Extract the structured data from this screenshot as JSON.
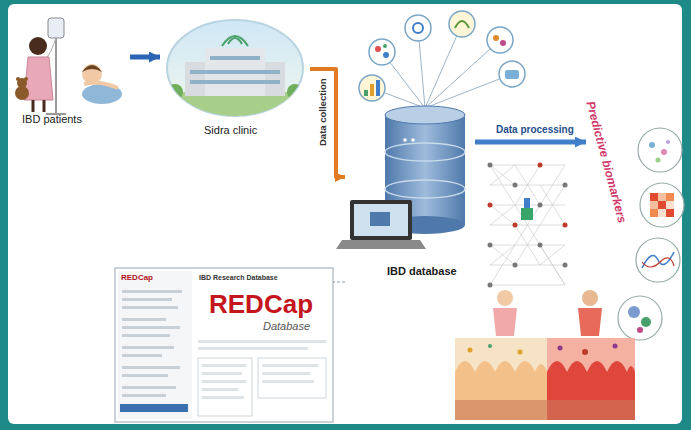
{
  "diagram": {
    "nodes": [
      {
        "text": [
          "IBD patients"
        ]
      },
      {
        "text": [
          "Sidra clinic"
        ]
      },
      {
        "text": [
          "IBD database"
        ]
      },
      {
        "text": [
          "REDCap",
          "IBD Research Database",
          "REDCap",
          "Database"
        ]
      },
      {
        "text": [
          "Predictive biomarkers"
        ]
      }
    ],
    "edges": [
      {
        "from": 0,
        "to": 1,
        "arrow": "to"
      },
      {
        "from": 1,
        "to": 2,
        "label": "Data collection",
        "arrow": "to"
      },
      {
        "from": 2,
        "to": 4,
        "label": "Data processing",
        "arrow": "to"
      },
      {
        "from": 2,
        "to": 3,
        "arrow": "none"
      }
    ]
  }
}
